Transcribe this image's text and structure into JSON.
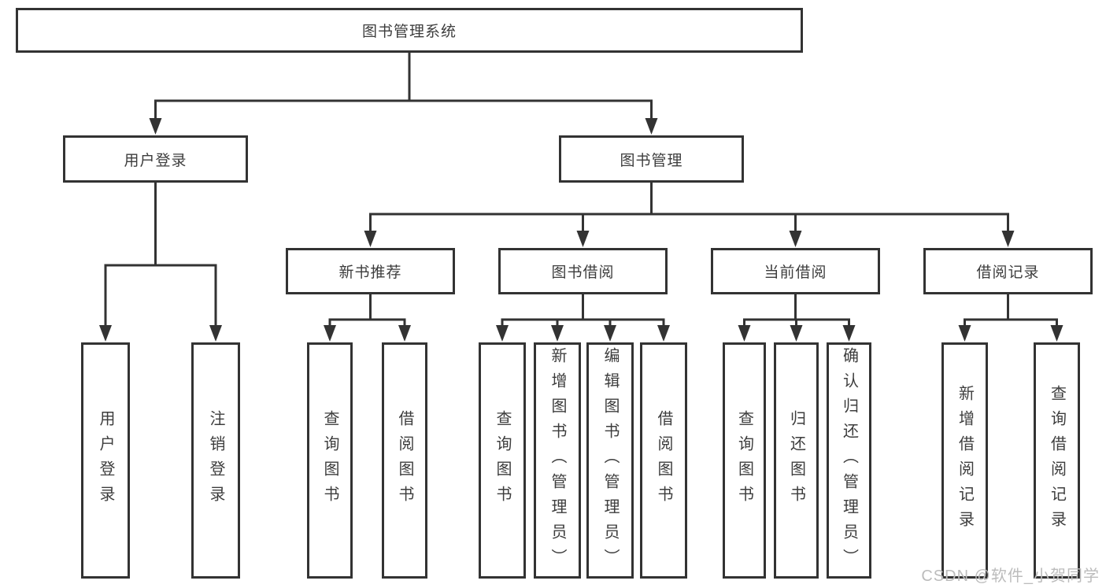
{
  "tree": {
    "root": "图书管理系统",
    "branches": [
      {
        "label": "用户登录",
        "leaves": [
          "用户登录",
          "注销登录"
        ]
      },
      {
        "label": "图书管理",
        "groups": [
          {
            "label": "新书推荐",
            "leaves": [
              "查询图书",
              "借阅图书"
            ]
          },
          {
            "label": "图书借阅",
            "leaves": [
              "查询图书",
              "新增图书（管理员）",
              "编辑图书（管理员）",
              "借阅图书"
            ]
          },
          {
            "label": "当前借阅",
            "leaves": [
              "查询图书",
              "归还图书",
              "确认归还（管理员）"
            ]
          },
          {
            "label": "借阅记录",
            "leaves": [
              "新增借阅记录",
              "查询借阅记录"
            ]
          }
        ]
      }
    ]
  },
  "watermark": "CSDN @软件_小贺同学",
  "colors": {
    "line": "#333333",
    "box_border": "#333333",
    "text": "#3d3d3d",
    "watermark": "#bcbcbc",
    "background": "#ffffff"
  }
}
